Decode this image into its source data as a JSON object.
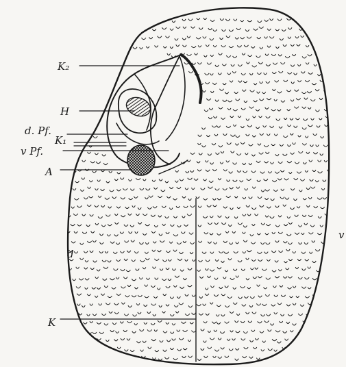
{
  "labels": {
    "k2": "K₂",
    "h": "H",
    "d_pf": "d. Pf.",
    "k1": "K₁",
    "v_pf": "v Pf.",
    "a": "A",
    "d": "d",
    "v": "v",
    "k": "K"
  },
  "colors": {
    "background": "#f7f6f3",
    "ink": "#1b1b1b"
  }
}
